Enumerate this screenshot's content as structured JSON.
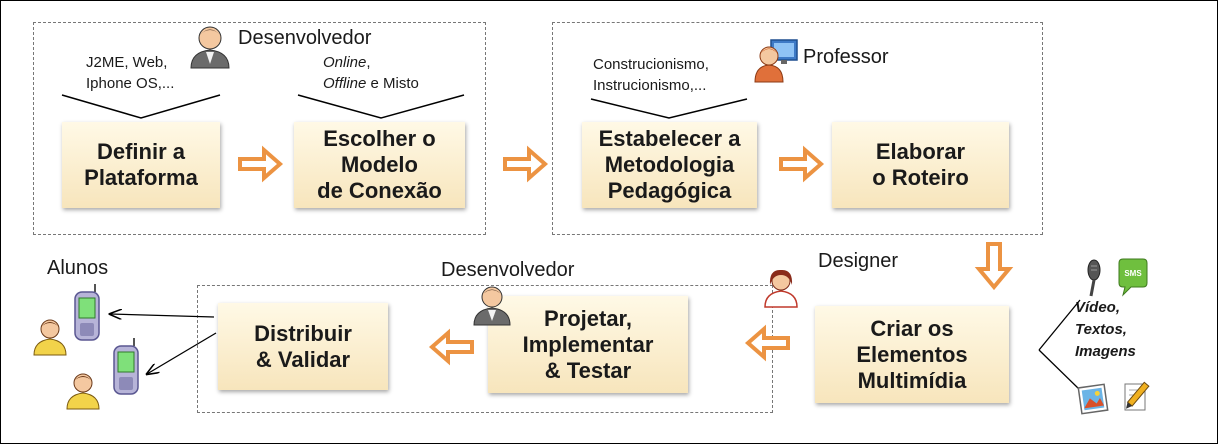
{
  "roles": {
    "dev_top": "Desenvolvedor",
    "professor": "Professor",
    "designer": "Designer",
    "dev_bottom": "Desenvolvedor",
    "students": "Alunos"
  },
  "notes": {
    "platforms_line1": "J2ME, Web,",
    "platforms_line2": "Iphone OS,...",
    "connection_online": "Online",
    "connection_comma": ",",
    "connection_offline": "Offline",
    "connection_rest": " e Misto",
    "methods_line1": "Construcionismo,",
    "methods_line2": "Instrucionismo,..."
  },
  "steps": {
    "define_platform": "Definir a\nPlataforma",
    "choose_model": "Escolher o\nModelo\nde Conexão",
    "methodology": "Estabelecer a\nMetodologia\nPedagógica",
    "script": "Elaborar\no Roteiro",
    "multimedia": "Criar os\nElementos\nMultimídia",
    "implement": "Projetar,\nImplementar\n& Testar",
    "distribute": "Distribuir\n& Validar"
  },
  "media": {
    "list": "Vídeo,\nTextos,\nImagens",
    "sms_badge": "SMS"
  },
  "icons": [
    "person-icon",
    "teacher-computer-icon",
    "phone-icon",
    "microphone-icon",
    "sms-bubble-icon",
    "image-icon",
    "pen-icon"
  ],
  "colors": {
    "arrow": "#ec9342",
    "step_fill_top": "#fff9e6",
    "step_fill_bottom": "#f7e5bc",
    "frame": "#000000"
  }
}
